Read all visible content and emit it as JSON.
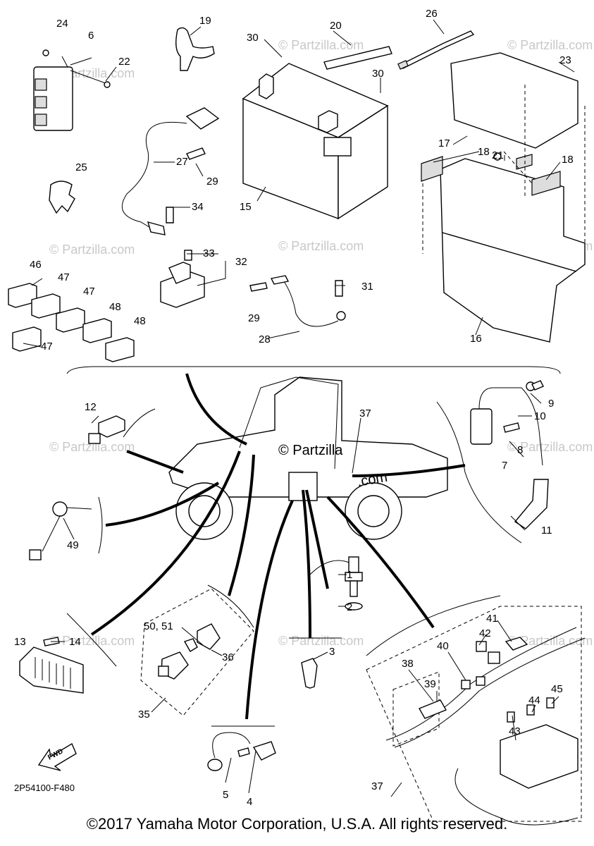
{
  "watermark": "© Partzilla.com",
  "center_watermark_line1": "© Partzilla",
  "center_watermark_line2": ".com",
  "diagram_code": "2P54100-F480",
  "fwd_label": "FWD",
  "copyright": "©2017 Yamaha Motor Corporation, U.S.A. All rights reserved.",
  "callouts": [
    "1",
    "2",
    "3",
    "4",
    "5",
    "6",
    "7",
    "8",
    "9",
    "10",
    "11",
    "12",
    "13",
    "14",
    "15",
    "16",
    "17",
    "18",
    "18",
    "19",
    "20",
    "21",
    "22",
    "23",
    "24",
    "25",
    "26",
    "27",
    "28",
    "29",
    "29",
    "30",
    "30",
    "31",
    "32",
    "33",
    "34",
    "35",
    "36",
    "37",
    "37",
    "38",
    "39",
    "40",
    "41",
    "42",
    "43",
    "44",
    "45",
    "46",
    "47",
    "47",
    "47",
    "48",
    "48",
    "49",
    "50, 51"
  ]
}
